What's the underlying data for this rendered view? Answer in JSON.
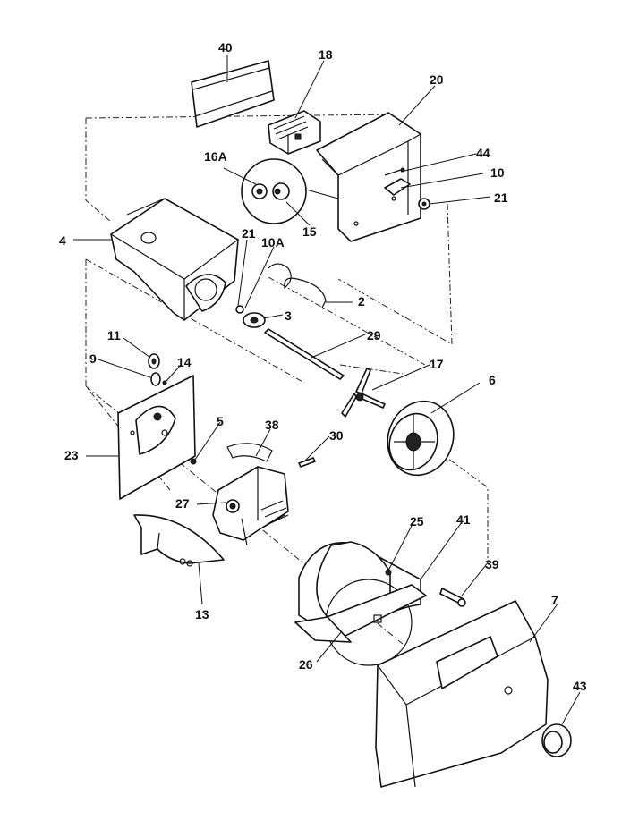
{
  "labels": {
    "p40": "40",
    "p18": "18",
    "p20": "20",
    "p16a": "16A",
    "p44": "44",
    "p10": "10",
    "p21a": "21",
    "p4": "4",
    "p15": "15",
    "p21b": "21",
    "p10a": "10A",
    "p2": "2",
    "p3": "3",
    "p11": "11",
    "p29": "29",
    "p9": "9",
    "p14": "14",
    "p17": "17",
    "p6": "6",
    "p5": "5",
    "p38": "38",
    "p30": "30",
    "p23": "23",
    "p27": "27",
    "p25": "25",
    "p41": "41",
    "p39": "39",
    "p13": "13",
    "p7": "7",
    "p26": "26",
    "p43": "43"
  }
}
